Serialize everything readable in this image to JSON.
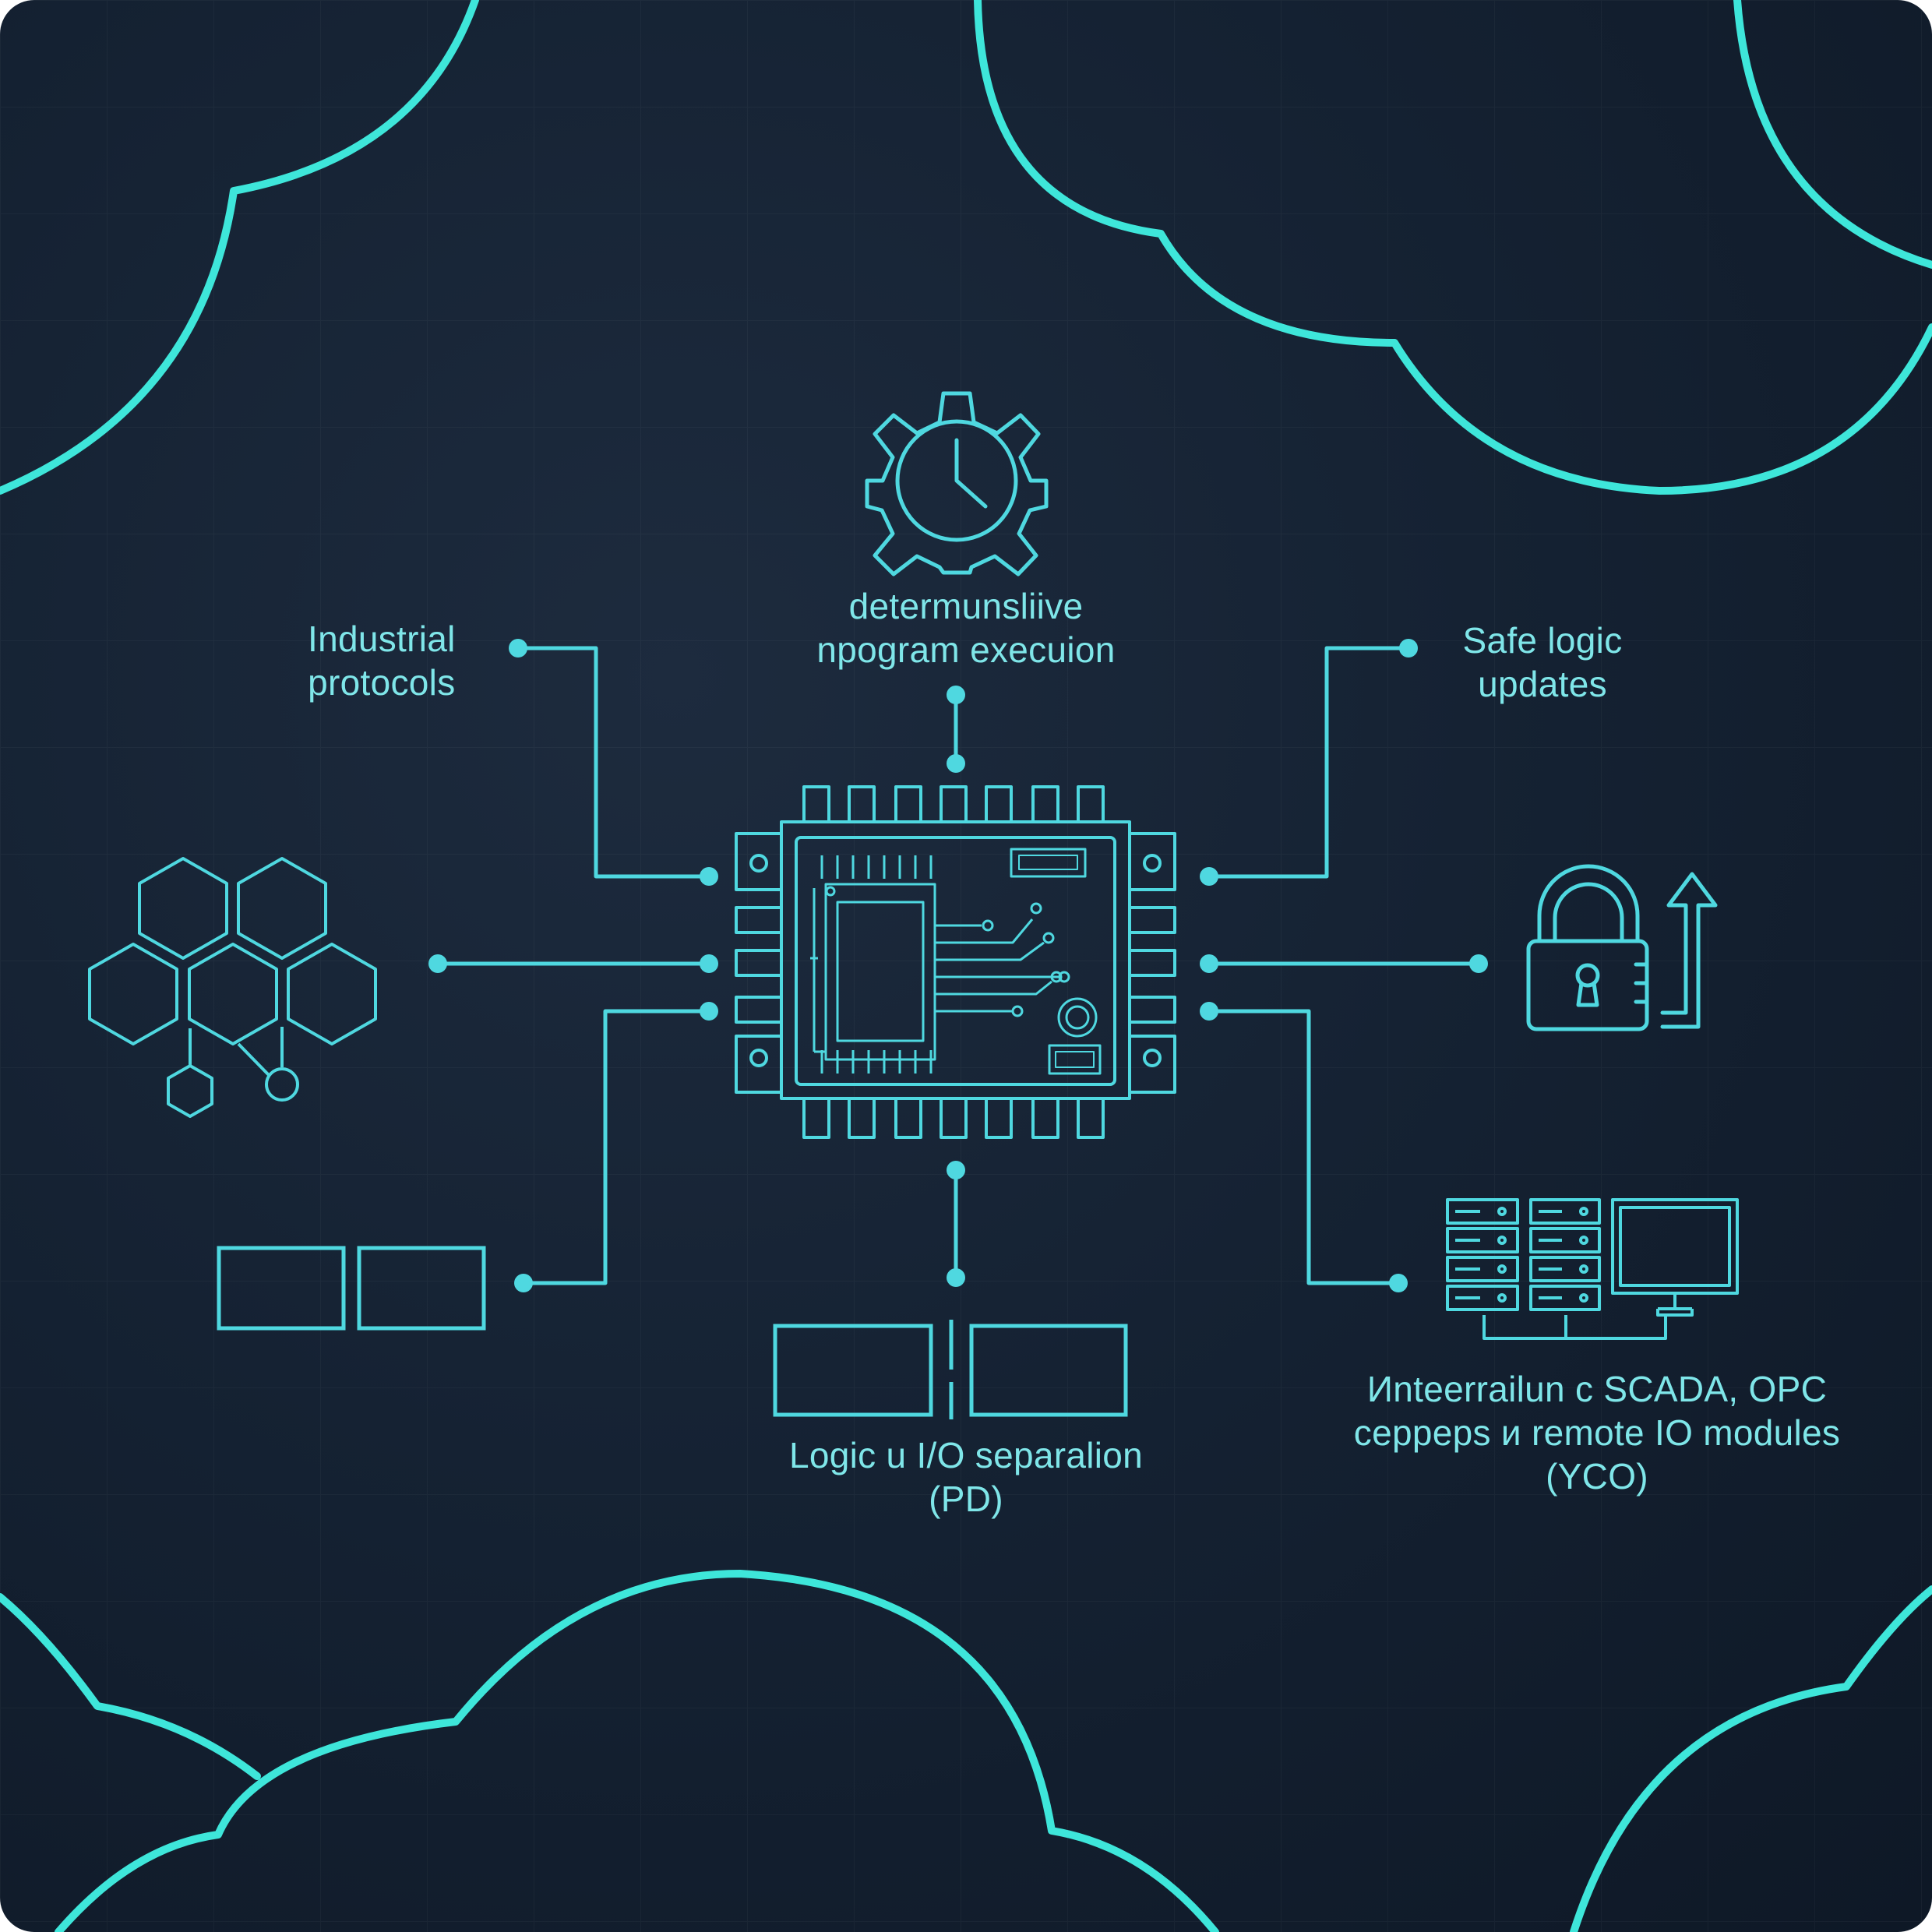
{
  "colors": {
    "background": "#152233",
    "cloud_stroke": "#3ee6da",
    "line": "#4fd8e0",
    "text": "#7fe6e9"
  },
  "center": {
    "icon": "microcontroller-chip-icon"
  },
  "features": [
    {
      "id": "industrial",
      "lines": [
        "Industrial",
        "protocols"
      ],
      "icon": "hexagon-network-icon"
    },
    {
      "id": "deterministic",
      "lines": [
        "determunsliive",
        "npogram execuion"
      ],
      "icon": "gear-clock-icon"
    },
    {
      "id": "safe",
      "lines": [
        "Safe logic",
        "updates"
      ],
      "icon": "padlock-update-icon"
    },
    {
      "id": "separation",
      "lines": [
        "Logic u I/O separalion",
        "(PD)"
      ],
      "icon": "split-blocks-icon"
    },
    {
      "id": "integration",
      "lines": [
        "Иntеerrailun c SCADA, OPC",
        "cерpeps и remote IO modules",
        "(YCO)"
      ],
      "icon": "servers-monitor-icon"
    }
  ],
  "extra_icons": [
    "dual-blocks-icon"
  ]
}
